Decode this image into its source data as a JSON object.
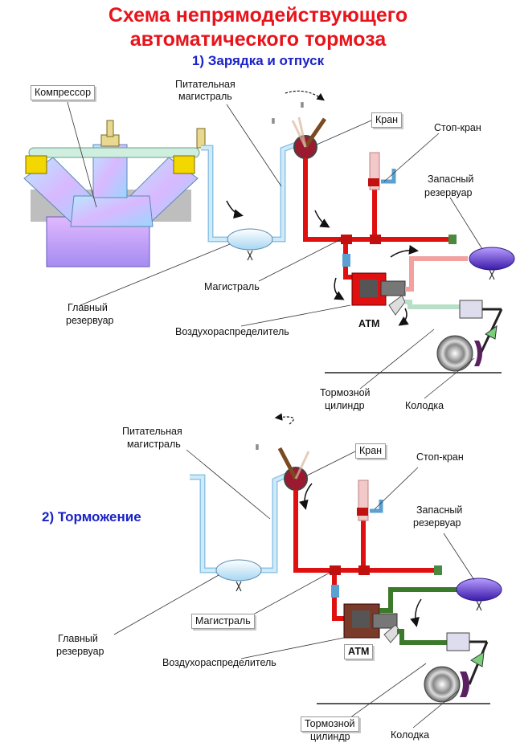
{
  "title_line1": "Схема непрямодействующего",
  "title_line2": "автоматического тормоза",
  "section1_title": "1) Зарядка и отпуск",
  "section2_title": "2) Торможение",
  "section1": {
    "compressor": "Компрессор",
    "feed_line_1": "Питательная",
    "feed_line_2": "магистраль",
    "valve": "Кран",
    "stop_valve": "Стоп-кран",
    "reserve_1": "Запасный",
    "reserve_2": "резервуар",
    "main_line": "Магистраль",
    "main_res_1": "Главный",
    "main_res_2": "резервуар",
    "distributor": "Воздухораспределитель",
    "atm": "АТМ",
    "brake_cyl_1": "Тормозной",
    "brake_cyl_2": "цилиндр",
    "shoe": "Колодка"
  },
  "section2": {
    "feed_line_1": "Питательная",
    "feed_line_2": "магистраль",
    "valve": "Кран",
    "stop_valve": "Стоп-кран",
    "reserve_1": "Запасный",
    "reserve_2": "резервуар",
    "main_line": "Магистраль",
    "main_res_1": "Главный",
    "main_res_2": "резервуар",
    "distributor": "Воздухораспределитель",
    "atm": "АТМ",
    "brake_cyl_1": "Тормозной",
    "brake_cyl_2": "цилиндр",
    "shoe": "Колодка"
  },
  "colors": {
    "title": "#e8141c",
    "subtitle": "#1a22c8",
    "feed_pipe": "#bfe0f4",
    "brake_line": "#e01010",
    "reserve_tank": "#5a2bd0",
    "cylinder_pipe": "#4a8a40"
  }
}
